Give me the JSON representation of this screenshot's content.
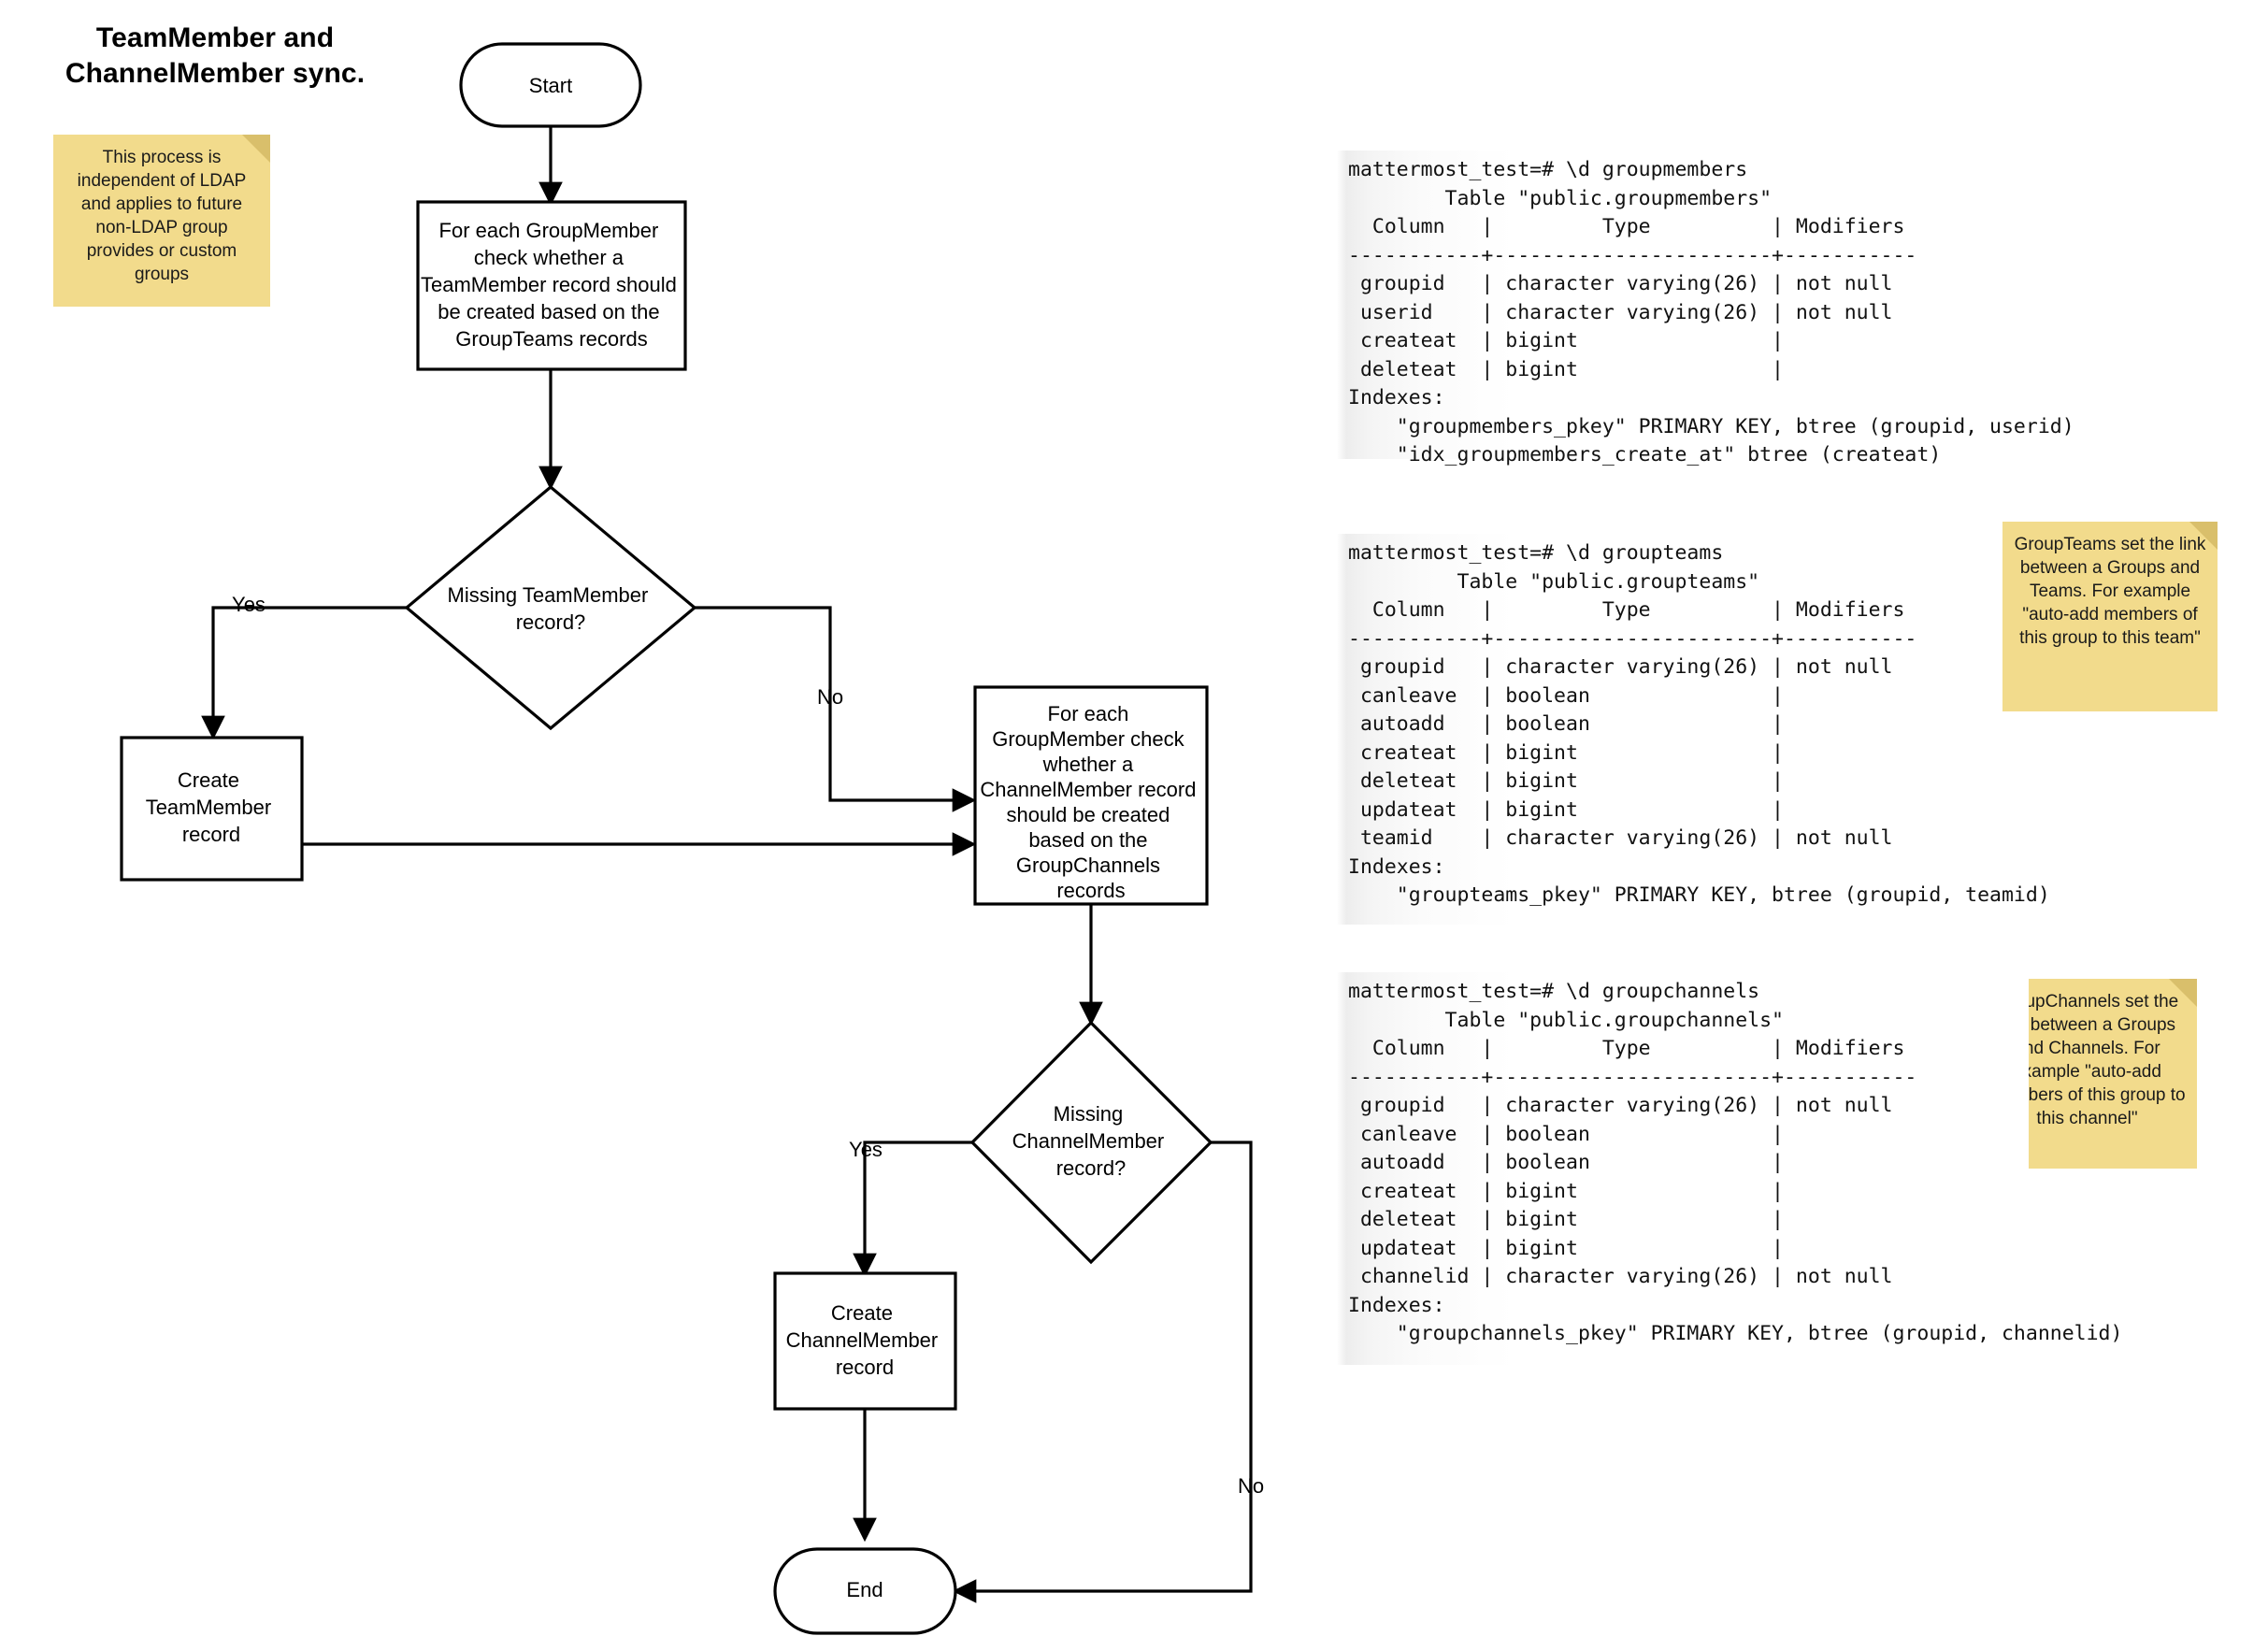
{
  "diagram": {
    "title": "TeamMember and\nChannelMember sync.",
    "title_line1": "TeamMember and",
    "title_line2": "ChannelMember sync."
  },
  "notes": [
    {
      "id": "note-ldap",
      "text": "This process is independent of LDAP and applies to future non-LDAP group provides or custom groups"
    },
    {
      "id": "note-groupteams",
      "text": "GroupTeams set the link between a Groups and Teams. For example \"auto-add members of this group to this team\""
    },
    {
      "id": "note-groupchannels",
      "text": "GroupChannels set the link between a Groups and Channels. For example \"auto-add members of this group to this channel\""
    }
  ],
  "flowchart": {
    "nodes": {
      "start": {
        "label": "Start",
        "shape": "terminator"
      },
      "process_team": {
        "shape": "process",
        "lines": [
          "For each GroupMember",
          "check whether a",
          "TeamMember record should",
          "be created based on the",
          "GroupTeams records"
        ]
      },
      "decision_team": {
        "shape": "decision",
        "lines": [
          "Missing TeamMember",
          "record?"
        ]
      },
      "create_team": {
        "shape": "process",
        "lines": [
          "Create",
          "TeamMember",
          "record"
        ]
      },
      "process_channel": {
        "shape": "process",
        "lines": [
          "For each",
          "GroupMember check",
          "whether a",
          "ChannelMember record",
          "should be created",
          "based on the",
          "GroupChannels",
          "records"
        ]
      },
      "decision_channel": {
        "shape": "decision",
        "lines": [
          "Missing",
          "ChannelMember",
          "record?"
        ]
      },
      "create_channel": {
        "shape": "process",
        "lines": [
          "Create",
          "ChannelMember",
          "record"
        ]
      },
      "end": {
        "label": "End",
        "shape": "terminator"
      }
    },
    "edge_labels": {
      "team_yes": "Yes",
      "team_no": "No",
      "channel_yes": "Yes",
      "channel_no": "No"
    }
  },
  "terminals": [
    {
      "id": "groupmembers",
      "text": "mattermost_test=# \\d groupmembers\n        Table \"public.groupmembers\"\n  Column   |         Type          | Modifiers\n-----------+-----------------------+-----------\n groupid   | character varying(26) | not null\n userid    | character varying(26) | not null\n createat  | bigint                |\n deleteat  | bigint                |\nIndexes:\n    \"groupmembers_pkey\" PRIMARY KEY, btree (groupid, userid)\n    \"idx_groupmembers_create_at\" btree (createat)"
    },
    {
      "id": "groupteams",
      "text": "mattermost_test=# \\d groupteams\n         Table \"public.groupteams\"\n  Column   |         Type          | Modifiers\n-----------+-----------------------+-----------\n groupid   | character varying(26) | not null\n canleave  | boolean               |\n autoadd   | boolean               |\n createat  | bigint                |\n deleteat  | bigint                |\n updateat  | bigint                |\n teamid    | character varying(26) | not null\nIndexes:\n    \"groupteams_pkey\" PRIMARY KEY, btree (groupid, teamid)"
    },
    {
      "id": "groupchannels",
      "text": "mattermost_test=# \\d groupchannels\n        Table \"public.groupchannels\"\n  Column   |         Type          | Modifiers\n-----------+-----------------------+-----------\n groupid   | character varying(26) | not null\n canleave  | boolean               |\n autoadd   | boolean               |\n createat  | bigint                |\n deleteat  | bigint                |\n updateat  | bigint                |\n channelid | character varying(26) | not null\nIndexes:\n    \"groupchannels_pkey\" PRIMARY KEY, btree (groupid, channelid)"
    }
  ],
  "colors": {
    "sticky_fill": "#f2db8c",
    "sticky_fold": "#d9bf6b",
    "stroke": "#000000",
    "shape_fill": "#ffffff",
    "terminal_bg": "#f1f1f1"
  }
}
